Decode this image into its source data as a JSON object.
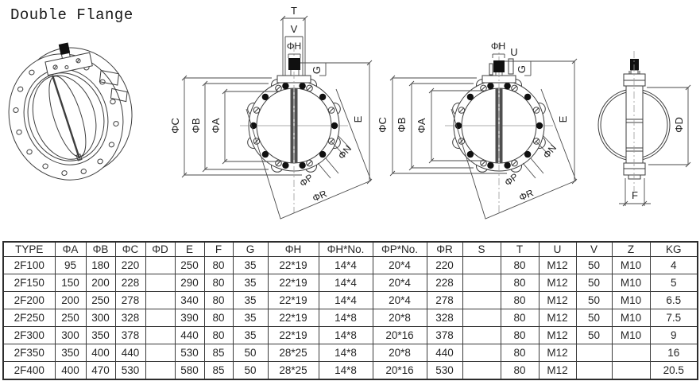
{
  "title": "Double Flange",
  "drawings": {
    "front1": {
      "t": "T",
      "v": "V",
      "phi_h": "ΦH",
      "g": "G",
      "phi_c": "ΦC",
      "phi_b": "ΦB",
      "phi_a": "ΦA",
      "e": "E",
      "phi_n": "ΦN",
      "phi_p": "ΦP",
      "phi_r": "ΦR"
    },
    "front2": {
      "phi_h": "ΦH",
      "u": "U",
      "g": "G",
      "phi_c": "ΦC",
      "phi_b": "ΦB",
      "phi_a": "ΦA",
      "e": "E",
      "phi_n": "ΦN",
      "phi_p": "ΦP",
      "phi_r": "ΦR"
    },
    "side": {
      "phi_d": "ΦD",
      "f": "F"
    }
  },
  "table": {
    "headers": [
      "TYPE",
      "ΦA",
      "ΦB",
      "ΦC",
      "ΦD",
      "E",
      "F",
      "G",
      "ΦH",
      "ΦH*No.",
      "ΦP*No.",
      "ΦR",
      "S",
      "T",
      "U",
      "V",
      "Z",
      "KG"
    ],
    "rows": [
      [
        "2F100",
        "95",
        "180",
        "220",
        "",
        "250",
        "80",
        "35",
        "22*19",
        "14*4",
        "20*4",
        "220",
        "",
        "80",
        "M12",
        "50",
        "M10",
        "4"
      ],
      [
        "2F150",
        "150",
        "200",
        "228",
        "",
        "290",
        "80",
        "35",
        "22*19",
        "14*4",
        "20*4",
        "228",
        "",
        "80",
        "M12",
        "50",
        "M10",
        "5"
      ],
      [
        "2F200",
        "200",
        "250",
        "278",
        "",
        "340",
        "80",
        "35",
        "22*19",
        "14*4",
        "20*4",
        "278",
        "",
        "80",
        "M12",
        "50",
        "M10",
        "6.5"
      ],
      [
        "2F250",
        "250",
        "300",
        "328",
        "",
        "390",
        "80",
        "35",
        "22*19",
        "14*8",
        "20*8",
        "328",
        "",
        "80",
        "M12",
        "50",
        "M10",
        "7.5"
      ],
      [
        "2F300",
        "300",
        "350",
        "378",
        "",
        "440",
        "80",
        "35",
        "22*19",
        "14*8",
        "20*16",
        "378",
        "",
        "80",
        "M12",
        "50",
        "M10",
        "9"
      ],
      [
        "2F350",
        "350",
        "400",
        "440",
        "",
        "530",
        "85",
        "50",
        "28*25",
        "14*8",
        "20*8",
        "440",
        "",
        "80",
        "M12",
        "",
        "",
        "16"
      ],
      [
        "2F400",
        "400",
        "470",
        "530",
        "",
        "580",
        "85",
        "50",
        "28*25",
        "14*8",
        "20*16",
        "530",
        "",
        "80",
        "M12",
        "",
        "",
        "20.5"
      ]
    ]
  }
}
